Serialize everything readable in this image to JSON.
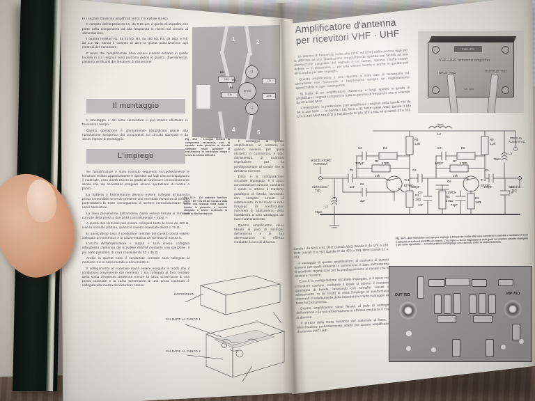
{
  "scene": {
    "description": "photograph-of-open-italian-electronics-magazine",
    "background_color": "#cfc9c6",
    "book_cover_color": "#16231a",
    "page_color": "#f1eee8"
  },
  "left_page": {
    "paragraphs": [
      "re i segnali d'antenna amplificati verso il ricevitore stesso.",
      "Il compito dell'impedenza L1, da 0,68 µH, è quello di impedire che parte della componente ad alta frequenza si riversi sul circuito di alimentazione.",
      "I quattro resistori R1, da 22 kΩ, R2, da 100 kΩ, R3, da 18Ω, e R4, da 1,2 kΩ, hanno il compito di dare la giusta polarizzazione agli elettrodi del transistore.",
      "È ovvio che l'amplificatore deve essere inserito soltanto in quelle località in cui i segnali sono piuttosto deboli in quanto, diversamente, possono verificarsi dei fenomeni di distorsione."
    ],
    "headings": {
      "montaggio": "Il  montaggio",
      "impiego": "L'impiego"
    },
    "montaggio_paragraphs": [
      "Il montaggio è del tutto elementare e può essere effettuato in brevissimo tempo.",
      "Questa operazione è ulteriormente semplificata grazie alla riproduzione serigrafica dei componenti sul circuito stampato e da alcuni esplosi di montaggio."
    ],
    "impiego_paragraphs": [
      "Se l'amplificatore è stato montato seguendo scrupolosamente le istruzioni redatte appositamente e riportate sui fogli che accompagnano il materiale, esso dovrà essere in grado di funzionare immediatamente senza che sia necessario eseguire alcuna operazione di messa a punto.",
      "La batteria o l'alimentatore devono essere collegati all'apposita presa irreversibile tenendo presente che eventuali inversioni di polarità porterebbero la triste conseguenza di mettere immediatamente fuori uso il transistore.",
      "La linea proveniente dall'antenna dovrà essere fissata ai terminali con vite della presa a due posti contrassegnate « input ».",
      "A questi due terminali può essere collegata tanto la linea da 300 Ω, cioè la normale piattina, quanto il cavetto coassiale da 52 o 75 Ω.",
      "In quest'ultimo caso il conduttore centrale del cavetto dovrà essere collegato al morsetto 4 e la calza metallica al morsetto di massa 5.",
      "L'uscita dell'amplificatore « output » sarà invece collegata all'ingresso d'antenna del ricevitore AM/FM mediante uno spezzone, il più corto possibile, di cavo coassiale da 52 o 75 Ω.",
      "Anche in questo caso il conduttore centrale sarà collegato al morsetto 1 e la calza metallica al morsetto 2.",
      "Il collegamento al ricevitore dovrà essere eseguito in modo che il conduttore proveniente dal morsetto 1 sia collegato al foro centrale della spina d'ingresso d'antenna mentre la calza schermante di una presa coassiale e la calza schermante di una presa coassiale è collegata alla massa del ricevitore stesso."
    ],
    "figure_34_caption": "Fig. 32-V - L'esiguo numero di componenti necessario, così di sposato sulla piastrina a circuito stampato rende possibile la realizzazione in brevissimo tempo e senza la minima difficoltà.",
    "figure_33_caption": "Fig. 33-V - Col materiale forniture viene « kit » OK DK 8m trovasi è data anche una custodia nella quale è fissata la piastrina a circuito stampato e anche contenuta la batteria di alimentazione.",
    "pcb_figure": {
      "pad_numbers": [
        "1",
        "2",
        "4",
        "5"
      ],
      "components": [
        {
          "ref": "R3",
          "value": "18Ω"
        },
        {
          "ref": "R1",
          "value": "22k"
        },
        {
          "ref": "R4",
          "value": "1,2k"
        },
        {
          "ref": "R2",
          "value": "100k"
        },
        {
          "ref": "C1",
          "value": "1nF"
        },
        {
          "ref": "C2",
          "value": "3pF"
        },
        {
          "ref": "TR1",
          "value": "BFY90"
        }
      ]
    },
    "exploded_drawing": {
      "labels": [
        "COPERCHIO",
        "SALDARE AL PUNTO 1",
        "SALDARE AL PUNTO 2"
      ]
    }
  },
  "right_page": {
    "title_line1": "Amplificatore  d'antenna",
    "title_line2": "per ricevitori VHF · UHF",
    "paragraphs": [
      "La gamma di frequenza molto alta (VHF ed UHF) soffre ancora oggi per la difficoltà ad una distribuzione irregolarmente ripartita con facilità ad una distribuzione irregolare del segnale il cui campo, spesso, risulta troppo debole — in televisione — per una visione buona e anche in questo può dirsi anche per altri impieghi.",
      "Questo amplificatore è una risposta a molti casi di necessaria ed ubicazione non favorevole e rappresenta sempre un miglioramento apprezzabile in ogni contingenza.",
      "Si tratta di un amplificatore d'antenna a largo spettro in grado di amplificare i segnali compresi in tutta la gamma di frequenze che si estende da 40 a 800 MHz.",
      "L'esemplare, in particolare, può amplificare i segnali della banda FM da 64 a 108 MHz — la banda I (da 52,5 a 81 MHz canali ABC) Banda II (da 174 a 230 MHz canali D a H2) Banda IV (da 470 a 581 MHz canali 21 a 35).",
      "Il vantaggio di questo amplificatore, al contrario di quanto avviene per quelli esistenti in commercio, è dato dall'assenza di qualsiasi regolazione per la predisposizione al canale che si desidera ricevere.",
      "Esso è la configurazione circuitale impiegato, è il tipico con emettitore comune, mediante il quale si ottiene il massimo guadagno di banda, lavorando con semplici circuiti di adattamento, in tal modo si evita l'impiego di trasformatori intermedi di adattamento della impedenza a tutto vantaggio del buon funzionamento.",
      "Questo amplificatore viene fissato al palo di sostegno dell'antenna e la sua alimentazione si effettua mediante il cavo di discesa.",
      "Il prezzo della Casa fornitrice del materiale di base, di alimentazione particolarmente adatto per questo amplificatore d'antenna VHF-UHF."
    ],
    "product_photo": {
      "logo_text": "PHILIPS",
      "title": "VHF-UHF antenna amplifier",
      "input_label": "INPUT 75Ω",
      "output_label": "OUTPUT 75Ω",
      "model_code": "GK 285"
    },
    "figure_34_caption": "Fig. 34-V - Due transistori del tipo per impiego a frequenza molto alta sono connessi in cascata e mediante di essi è nato nel circuito ed assistito un nuovo. L'esempio — la cui disposizione delle parti sul relativo circuito stampato è qui sotto riprodotto — è molto pratico nell'impiego non essendo critici la sintonizzazione.",
    "schematic": {
      "caption_left": "Banda I da 52,5 a 81 MHz (canali ABC) Banda II da 174 a 230 MHz (canali D a H2) Banda IV da 470 a 581 MHz (canali 21 a 35).",
      "terminals": [
        {
          "name": "MISCELATORE ANTENNA",
          "detail": ""
        },
        {
          "name": "INGRESSO",
          "detail": "75Ω"
        },
        {
          "name": "USCITA",
          "detail": "75Ω"
        },
        {
          "name": "GRIGLIA ALIMENTAZ.",
          "detail": ""
        }
      ],
      "components": [
        {
          "ref": "C1",
          "value": "1nF"
        },
        {
          "ref": "C2",
          "value": "3pF"
        },
        {
          "ref": "C3",
          "value": "100pF"
        },
        {
          "ref": "C4",
          "value": "100pF"
        },
        {
          "ref": "C5",
          "value": "1nF"
        },
        {
          "ref": "C6",
          "value": "1nF"
        },
        {
          "ref": "C7",
          "value": "100pF"
        },
        {
          "ref": "C8",
          "value": "75pF"
        },
        {
          "ref": "C9",
          "value": "100pF"
        },
        {
          "ref": "C10",
          "value": "1nF"
        },
        {
          "ref": "R1",
          "value": "18Ω"
        },
        {
          "ref": "R2",
          "value": "18k"
        },
        {
          "ref": "R3",
          "value": "470Ω"
        },
        {
          "ref": "R4",
          "value": "1,8k"
        },
        {
          "ref": "R5",
          "value": "270Ω"
        },
        {
          "ref": "R6",
          "value": "18Ω"
        },
        {
          "ref": "R7",
          "value": "18k"
        },
        {
          "ref": "R8",
          "value": "470Ω"
        },
        {
          "ref": "R9",
          "value": "1,2k"
        },
        {
          "ref": "L1",
          "value": "75µH"
        },
        {
          "ref": "L2",
          "value": "75µH"
        },
        {
          "ref": "L3",
          "value": "75µH"
        },
        {
          "ref": "TR1",
          "value": "BFY90"
        },
        {
          "ref": "TR2",
          "value": "BFY90"
        }
      ]
    },
    "pcb_photo": {
      "output_label": "OUT 75Ω",
      "input_label": "INP 75Ω"
    }
  }
}
